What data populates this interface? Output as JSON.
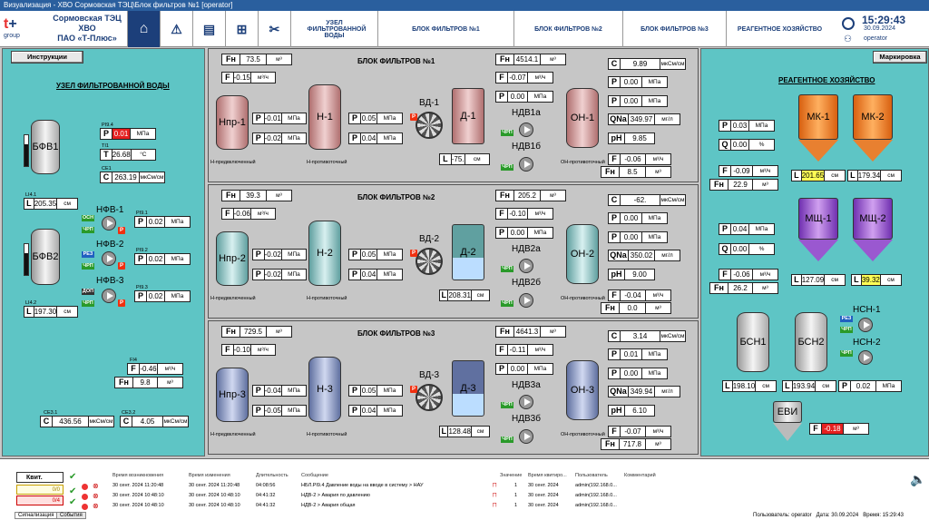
{
  "window": {
    "title": "Визуализация - ХВО Сормовская ТЭЦ\\Блок фильтров №1 [operator]"
  },
  "header": {
    "org1": "Сормовская ТЭЦ",
    "org2": "ХВО",
    "org3": "ПАО «Т-Плюс»",
    "logo": "group",
    "time": "15:29:43",
    "date": "30.09.2024",
    "user": "operator",
    "nav": [
      "УЗЕЛ ФИЛЬТРОВАННОЙ ВОДЫ",
      "БЛОК ФИЛЬТРОВ №1",
      "БЛОК ФИЛЬТРОВ №2",
      "БЛОК ФИЛЬТРОВ №3",
      "РЕАГЕНТНОЕ ХОЗЯЙСТВО"
    ]
  },
  "left": {
    "btn": "Инструкции",
    "title": "УЗЕЛ ФИЛЬТРОВАННОЙ ВОДЫ",
    "bfv1": "БФВ1",
    "bfv2": "БФВ2",
    "pi94": "PI9.4",
    "pi94v": "0.01",
    "ti1": "TI1",
    "ti1v": "26.68",
    "ce1": "CE1",
    "ce1v": "263.19",
    "li41": "LI4.1",
    "li41v": "205.35",
    "li42": "LI4.2",
    "li42v": "197.30",
    "nfv1": "НФВ-1",
    "nfv2": "НФВ-2",
    "nfv3": "НФВ-3",
    "pi91v": "0.02",
    "pi92v": "0.02",
    "pi93v": "0.02",
    "pi91": "PI9.1",
    "pi92": "PI9.2",
    "pi93": "PI9.3",
    "fi4": "FI4",
    "fi4v": "-0.46",
    "fn4v": "9.8",
    "ce31": "CE3.1",
    "ce31v": "436.56",
    "ce32": "CE3.2",
    "ce32v": "4.05",
    "os": "ОСН",
    "chp": "ЧРП",
    "rez": "РЕЗ",
    "dop": "ДОП"
  },
  "f1": {
    "title": "БЛОК ФИЛЬТРОВ №1",
    "fn1": "73.5",
    "f": "-0.15",
    "npr": "Нпр-1",
    "n": "Н-1",
    "vd": "ВД-1",
    "d": "Д-1",
    "on": "ОН-1",
    "ndv_a": "НДВ1а",
    "ndv_b": "НДВ1б",
    "p1": "-0.01",
    "p2": "-0.02",
    "p3": "0.05",
    "p4": "0.04",
    "l": "-75.",
    "fnr": "4514.1",
    "fr": "-0.07",
    "pr": "0.00",
    "c": "9.89",
    "p5": "0.00",
    "p6": "0.00",
    "qna": "349.97",
    "ph": "9.85",
    "f2": "-0.06",
    "fn2": "8.5"
  },
  "f2": {
    "title": "БЛОК ФИЛЬТРОВ №2",
    "fn1": "39.3",
    "f": "-0.06",
    "npr": "Нпр-2",
    "n": "Н-2",
    "vd": "ВД-2",
    "d": "Д-2",
    "on": "ОН-2",
    "ndv_a": "НДВ2а",
    "ndv_b": "НДВ2б",
    "p1": "-0.02",
    "p2": "-0.02",
    "p3": "0.05",
    "p4": "0.04",
    "l": "208.31",
    "fnr": "205.2",
    "fr": "-0.10",
    "pr": "0.00",
    "c": "-62.",
    "p5": "0.00",
    "p6": "0.00",
    "qna": "350.02",
    "ph": "9.00",
    "f2": "-0.04",
    "fn2": "0.0"
  },
  "f3": {
    "title": "БЛОК ФИЛЬТРОВ №3",
    "fn1": "729.5",
    "f": "-0.10",
    "npr": "Нпр-3",
    "n": "Н-3",
    "vd": "ВД-3",
    "d": "Д-3",
    "on": "ОН-3",
    "ndv_a": "НДВ3а",
    "ndv_b": "НДВ3б",
    "p1": "-0.04",
    "p2": "-0.05",
    "p3": "0.05",
    "p4": "0.04",
    "l": "128.48",
    "fnr": "4641.3",
    "fr": "-0.11",
    "pr": "0.00",
    "c": "3.14",
    "p5": "0.01",
    "p6": "0.00",
    "qna": "349.94",
    "ph": "6.10",
    "f2": "-0.07",
    "fn2": "717.8"
  },
  "units": {
    "mpa": "МПа",
    "m3h": "м³/ч",
    "m3": "м³",
    "cm": "см",
    "mkscm": "мкСм/см",
    "mgl": "мг/л",
    "pct": "%",
    "degc": "°С"
  },
  "labels": {
    "npred": "Н-предвключенный",
    "nprot": "Н-противоточный",
    "onprot": "ОН-противоточный"
  },
  "right": {
    "btn": "Маркировка",
    "title": "РЕАГЕНТНОЕ ХОЗЯЙСТВО",
    "mk1": "МК-1",
    "mk2": "МК-2",
    "msh1": "МЩ-1",
    "msh2": "МЩ-2",
    "bsn1": "БСН1",
    "bsn2": "БСН2",
    "nsn1": "НСН-1",
    "nsn2": "НСН-2",
    "evi": "ЕВИ",
    "p1": "0.03",
    "q1": "0.00",
    "f1": "-0.09",
    "fn1": "22.9",
    "l1": "201.65",
    "l2": "179.34",
    "p2": "0.04",
    "q2": "0.00",
    "f2": "-0.06",
    "fn2": "26.2",
    "l3": "127.09",
    "l4": "39.32",
    "l5": "198.10",
    "l6": "193.94",
    "p3": "0.02",
    "l7": "-0.18"
  },
  "alarm": {
    "ack": "Квит.",
    "c1": "0/0",
    "c2": "0/4",
    "cols": [
      "Время возникновения",
      "Время изменения",
      "Длительность",
      "Сообщение",
      "Значение",
      "Время квитиро...",
      "Пользователь",
      "Комментарий"
    ],
    "rows": [
      [
        "30 сент. 2024 11:20:48",
        "30 сент. 2024 11:20:48",
        "04:08:56",
        "НБЛ.РI9.4 Давление воды на вводе в систему > НАУ",
        "1",
        "30 сент. 2024",
        "admin(192.168.0..."
      ],
      [
        "30 сент. 2024 10:48:10",
        "30 сент. 2024 10:48:10",
        "04:41:32",
        "НДВ-2 > Авария по давлению",
        "1",
        "30 сент. 2024",
        "admin(192.168.0..."
      ],
      [
        "30 сент. 2024 10:48:10",
        "30 сент. 2024 10:48:10",
        "04:41:32",
        "НДВ-2 > Авария общая",
        "1",
        "30 сент. 2024",
        "admin(192.168.0..."
      ]
    ],
    "tab1": "Сигнализация",
    "tab2": "События",
    "status": "Пользователь: operator   Дата: 30.09.2024   Время: 15:29:43"
  }
}
